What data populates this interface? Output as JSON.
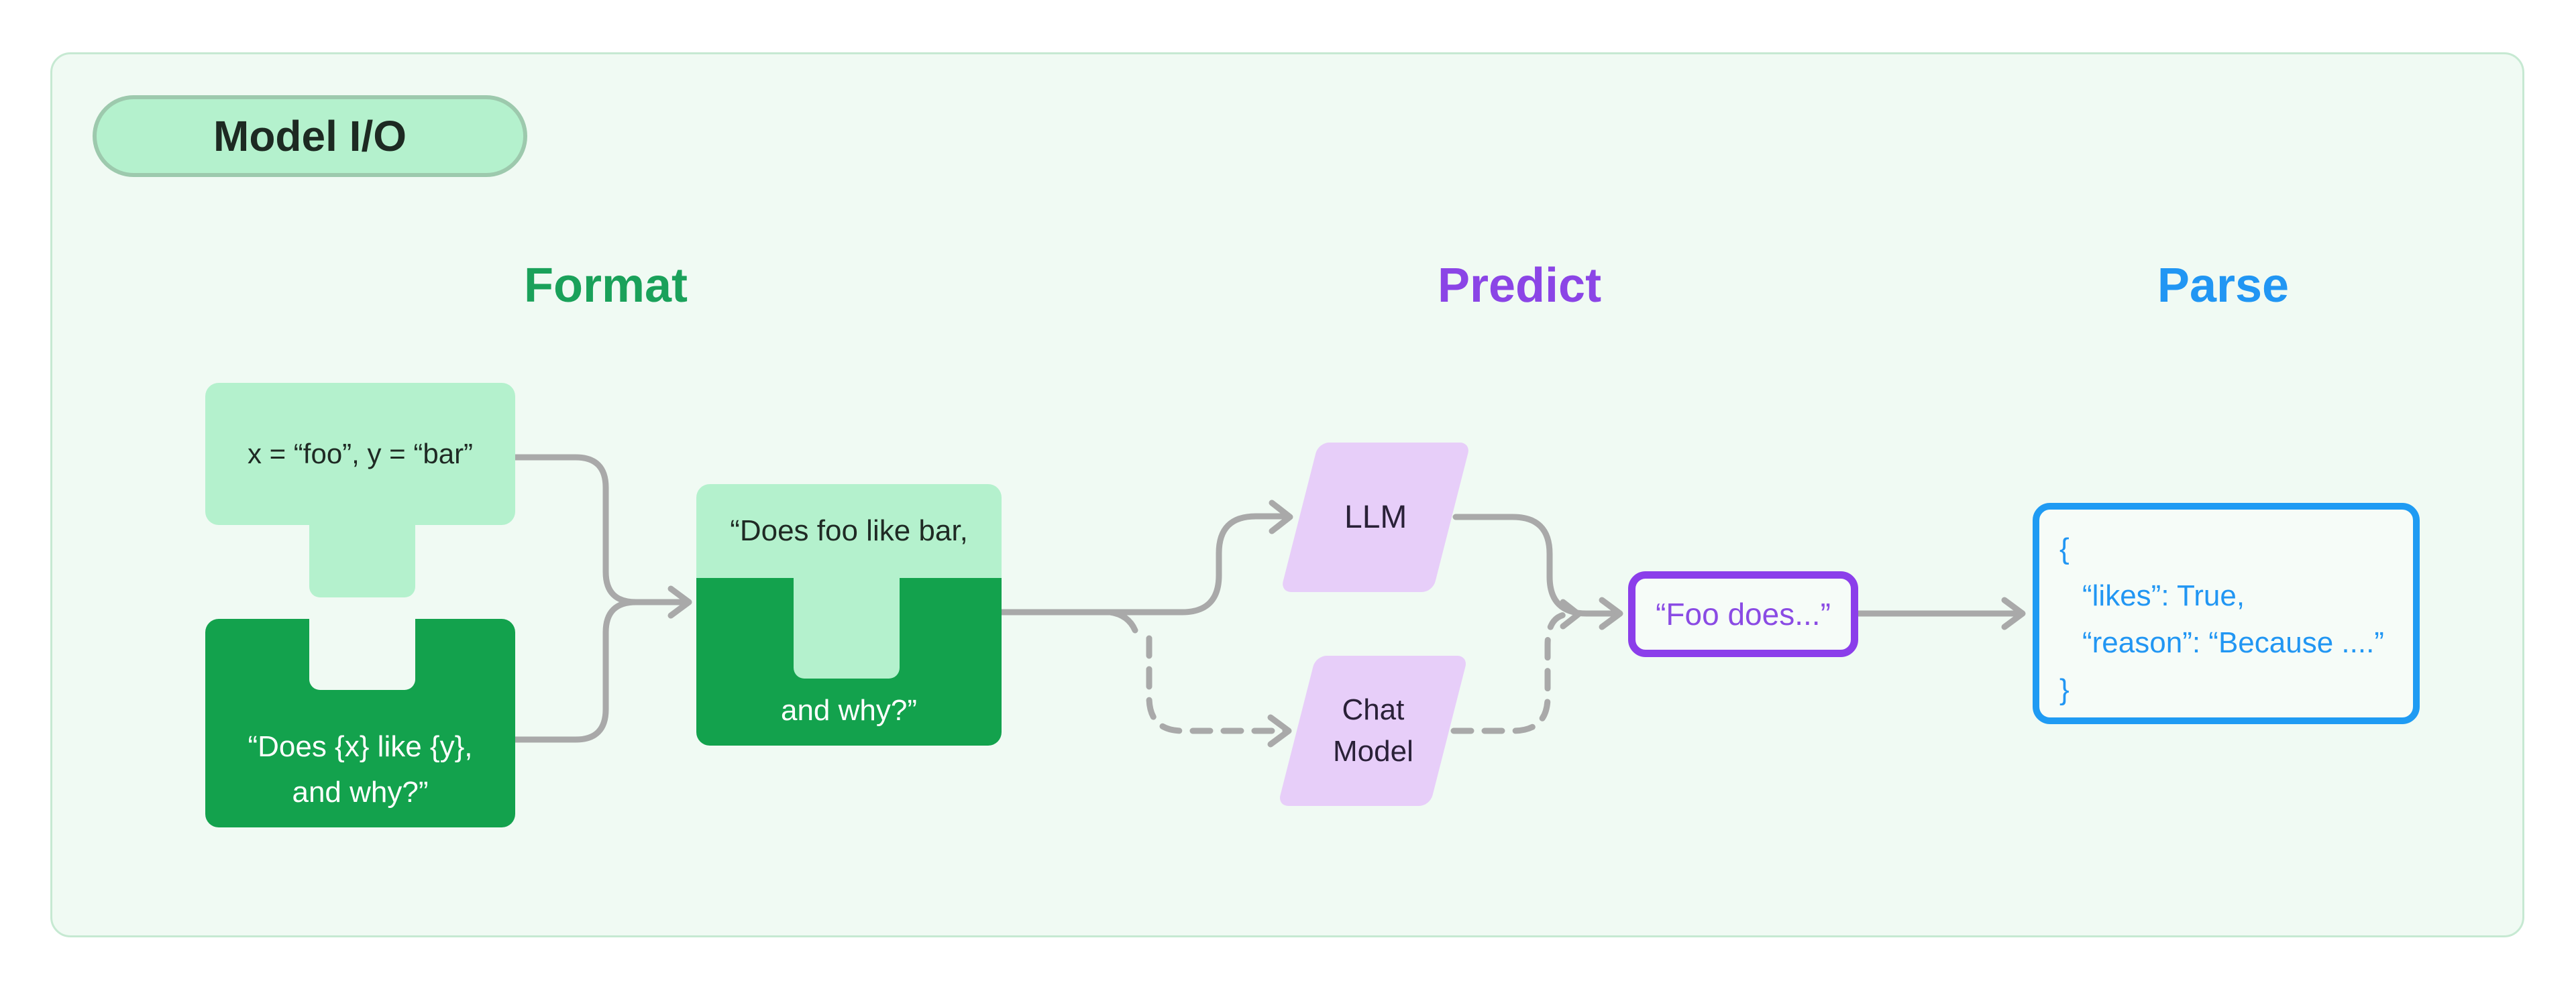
{
  "badge": {
    "label": "Model I/O"
  },
  "headers": [
    {
      "label": "Format",
      "color": "#1aa15a"
    },
    {
      "label": "Predict",
      "color": "#8b45e6"
    },
    {
      "label": "Parse",
      "color": "#2196f3"
    }
  ],
  "format": {
    "variables_piece": {
      "text": "x = “foo”, y = “bar”"
    },
    "template_piece": {
      "line1": "“Does {x} like {y},",
      "line2": "and why?”"
    },
    "prompt_piece": {
      "line1": "“Does foo like bar,",
      "line2": "and why?”"
    }
  },
  "predict": {
    "llm": {
      "label": "LLM"
    },
    "chat_model": {
      "line1": "Chat",
      "line2": "Model"
    },
    "output": {
      "text": "“Foo does...”"
    }
  },
  "parse": {
    "json_lines": [
      "{",
      "“likes”: True,",
      "“reason”: “Because ....”",
      "}"
    ]
  },
  "colors": {
    "panel_bg": "#f0faf3",
    "panel_border": "#c6e9d2",
    "light_green": "#b4f1cd",
    "dark_green": "#13a24d",
    "purple_fill": "#e7cef9",
    "purple_accent": "#8b3eea",
    "blue_accent": "#2196f3",
    "green_accent": "#1aa15a",
    "arrow_gray": "#a9a9a9"
  }
}
